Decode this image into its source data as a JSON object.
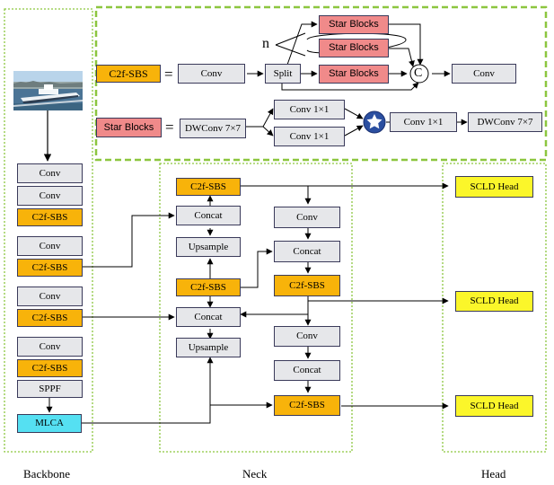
{
  "sections": {
    "backbone": "Backbone",
    "neck": "Neck",
    "head": "Head"
  },
  "legend": {
    "c2f_sbs": "C2f-SBS",
    "equals": "=",
    "conv": "Conv",
    "split": "Split",
    "n": "n",
    "star_blocks": "Star Blocks",
    "concat_symbol": "C",
    "dwconv": "DWConv 7×7",
    "conv1x1": "Conv 1×1"
  },
  "backbone": {
    "blocks": [
      "Conv",
      "Conv",
      "C2f-SBS",
      "Conv",
      "C2f-SBS",
      "Conv",
      "C2f-SBS",
      "Conv",
      "C2f-SBS",
      "SPPF"
    ],
    "mlca": "MLCA"
  },
  "neck": {
    "left": [
      "C2f-SBS",
      "Concat",
      "Upsample",
      "C2f-SBS",
      "Concat",
      "Upsample"
    ],
    "right": [
      "Conv",
      "Concat",
      "C2f-SBS",
      "Conv",
      "Concat",
      "C2f-SBS"
    ]
  },
  "head": [
    "SCLD Head",
    "SCLD Head",
    "SCLD Head"
  ],
  "colors": {
    "green_border": "#8cc63f",
    "gray_box": "#e6e7ea",
    "orange_box": "#f8b30a",
    "red_box": "#f08a8a",
    "yellow_box": "#fbf62a",
    "cyan_box": "#55e0f2",
    "star_circle": "#2b4fa0"
  }
}
